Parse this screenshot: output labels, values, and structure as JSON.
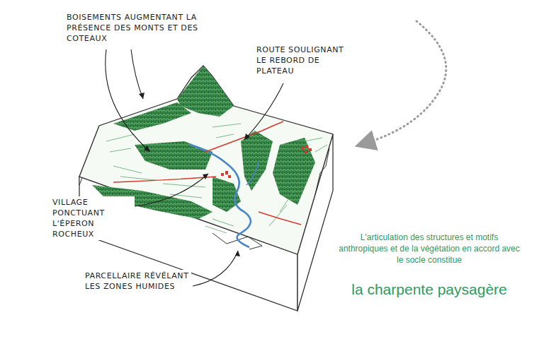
{
  "diagram": {
    "labels": [
      "BOISEMENTS AUGMENTANT LA PRÉSENCE DES MONTS ET DES COTEAUX",
      "ROUTE SOULIGNANT LE REBORD DE PLATEAU",
      "VILLAGE PONCTUANT L'ÉPERON ROCHEUX",
      "PARCELLAIRE RÉVÉLANT LES ZONES HUMIDES",
      "L'articulation des structures et motifs anthropiques et de la végétation en accord avec le socle constitue",
      "la charpente paysagère"
    ]
  }
}
